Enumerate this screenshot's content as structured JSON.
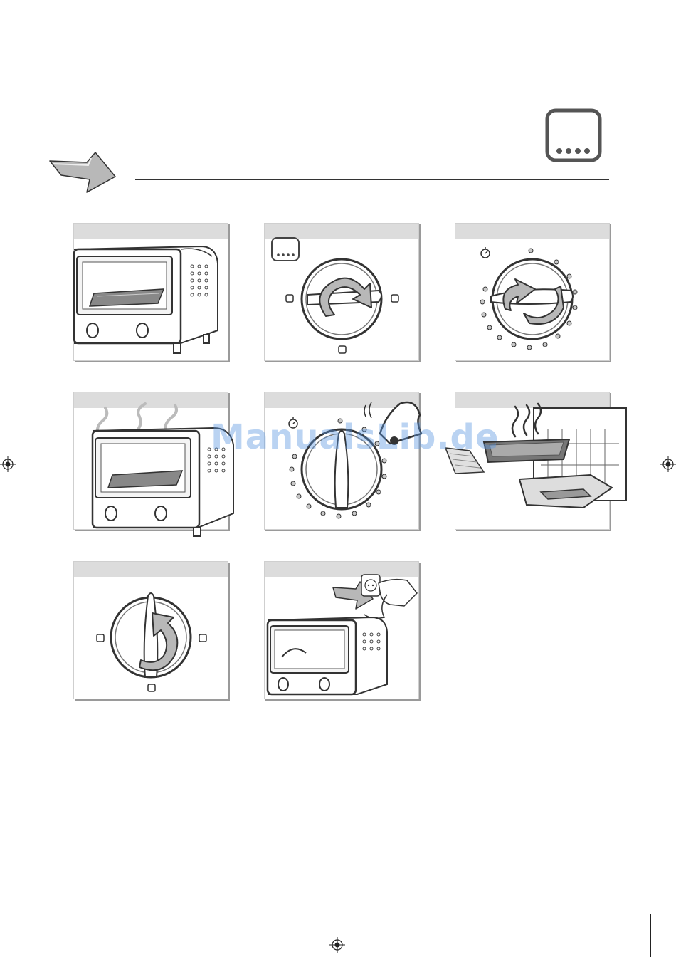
{
  "document": {
    "watermark": "ManualsLib.de"
  },
  "panels": [
    {
      "id": 1,
      "illustration": "toaster-oven-with-tray"
    },
    {
      "id": 2,
      "illustration": "function-knob-turn-right",
      "icon": "oven-mode-icon"
    },
    {
      "id": 3,
      "illustration": "timer-knob-turn",
      "icon": "timer-icon"
    },
    {
      "id": 4,
      "illustration": "toaster-oven-steaming"
    },
    {
      "id": 5,
      "illustration": "timer-knob-bell-ring",
      "icon": "bell-icon"
    },
    {
      "id": 6,
      "illustration": "remove-hot-tray"
    },
    {
      "id": 7,
      "illustration": "function-knob-turn-back"
    },
    {
      "id": 8,
      "illustration": "unplug-oven"
    }
  ],
  "colors": {
    "panel_header": "#dcdcdc",
    "arrow_fill": "#b8b8b8",
    "timer_dot": "#c9c9c9",
    "watermark": "#5a96e1"
  }
}
